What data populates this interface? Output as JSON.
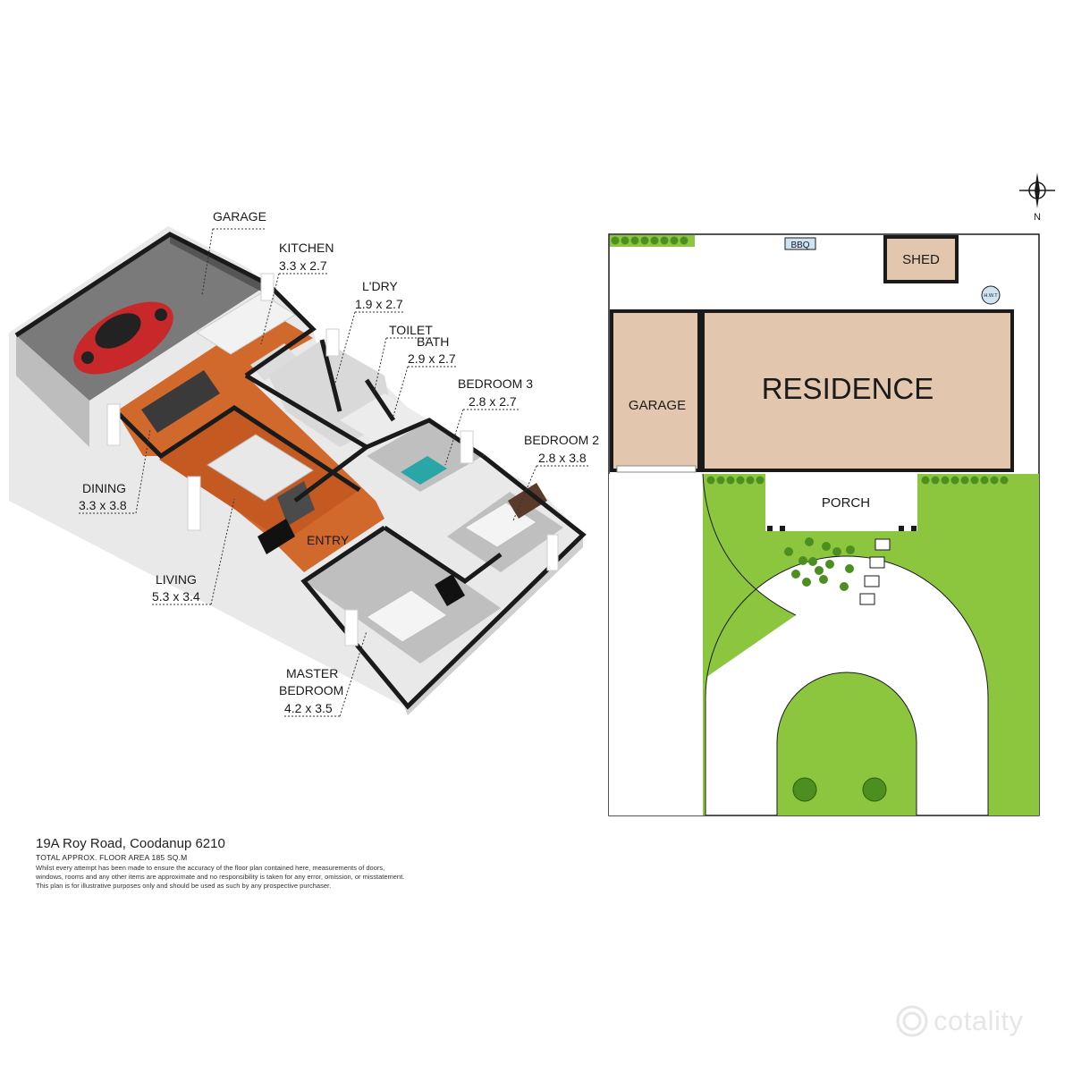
{
  "floorplan": {
    "rooms": [
      {
        "id": "garage",
        "name": "GARAGE",
        "dims": ""
      },
      {
        "id": "kitchen",
        "name": "KITCHEN",
        "dims": "3.3 x 2.7"
      },
      {
        "id": "laundry",
        "name": "L'DRY",
        "dims": "1.9 x 2.7"
      },
      {
        "id": "toilet",
        "name": "TOILET",
        "dims": ""
      },
      {
        "id": "bath",
        "name": "BATH",
        "dims": "2.9 x 2.7"
      },
      {
        "id": "bedroom3",
        "name": "BEDROOM 3",
        "dims": "2.8 x 2.7"
      },
      {
        "id": "bedroom2",
        "name": "BEDROOM 2",
        "dims": "2.8 x 3.8"
      },
      {
        "id": "dining",
        "name": "DINING",
        "dims": "3.3 x 3.8"
      },
      {
        "id": "living",
        "name": "LIVING",
        "dims": "5.3 x 3.4"
      },
      {
        "id": "entry",
        "name": "ENTRY",
        "dims": ""
      },
      {
        "id": "master",
        "name": "MASTER",
        "name2": "BEDROOM",
        "dims": "4.2 x 3.5"
      }
    ]
  },
  "siteplan": {
    "labels": {
      "bbq": "BBQ",
      "shed": "SHED",
      "hwt": "H.W.T",
      "residence": "RESIDENCE",
      "garage": "GARAGE",
      "porch": "PORCH",
      "north": "N"
    },
    "colors": {
      "building": "#e2c6ad",
      "lawn": "#8cc63f",
      "wall": "#1a1a1a",
      "floor_timber": "#d2692c"
    }
  },
  "footer": {
    "address": "19A Roy Road, Coodanup 6210",
    "area": "TOTAL APPROX. FLOOR AREA 185 SQ.M",
    "disclaimer_lines": [
      "Whilst every attempt has been made to ensure the accuracy of the floor plan contained here, measurements of doors,",
      "windows, rooms and any other items are approximate and no responsibility is taken for any error, omission, or misstatement.",
      "This plan is for illustrative purposes only and should be used as such by any prospective purchaser."
    ]
  },
  "brand": {
    "name": "cotality"
  }
}
